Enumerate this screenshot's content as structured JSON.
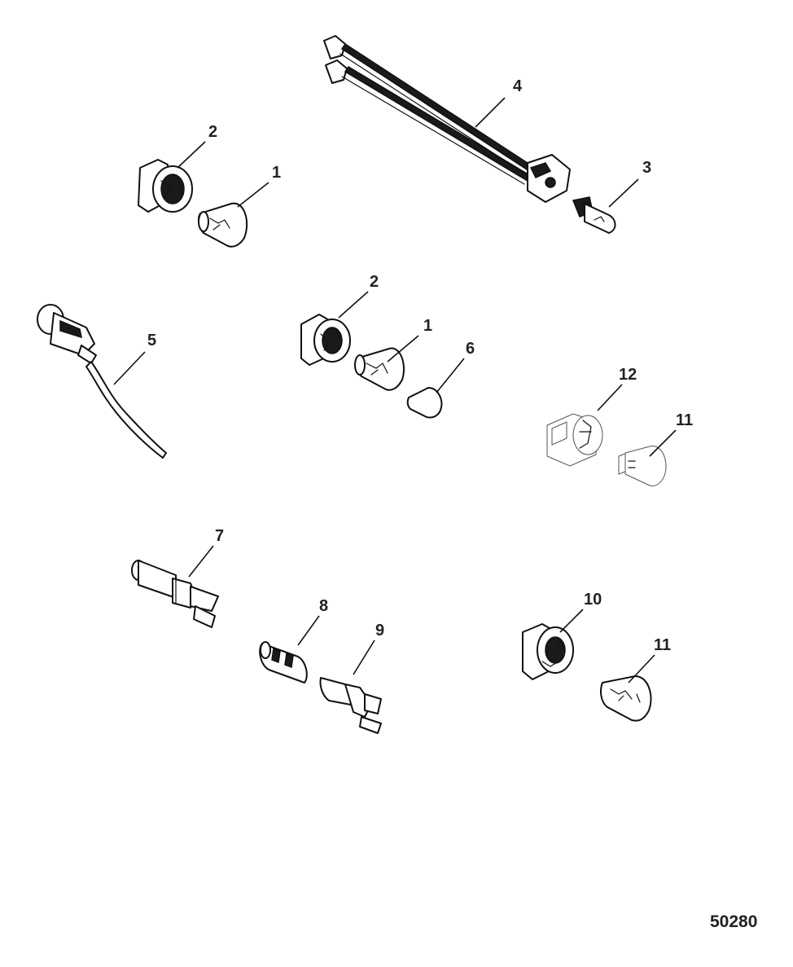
{
  "callouts": {
    "c4": "4",
    "c2a": "2",
    "c1a": "1",
    "c3": "3",
    "c2b": "2",
    "c1b": "1",
    "c5": "5",
    "c6": "6",
    "c12": "12",
    "c11a": "11",
    "c7": "7",
    "c8": "8",
    "c9": "9",
    "c10": "10",
    "c11b": "11"
  },
  "figure_id": "50280"
}
